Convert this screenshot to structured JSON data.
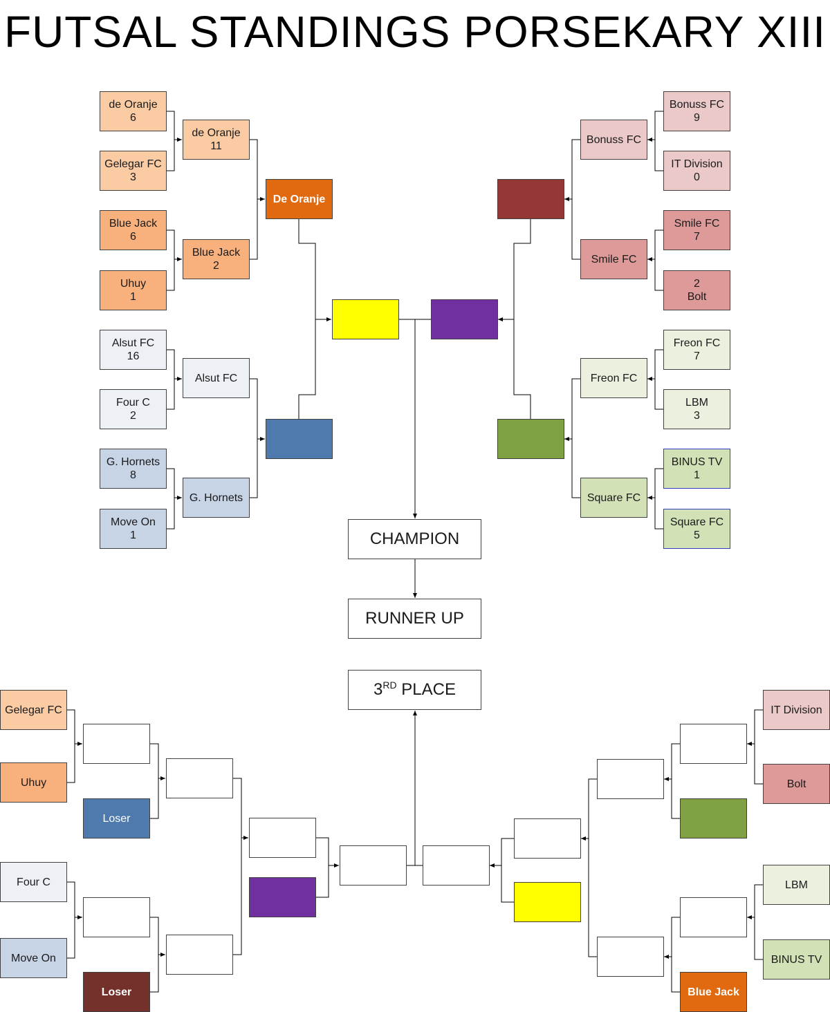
{
  "title": "FUTSAL STANDINGS PORSEKARY XIII",
  "colors": {
    "orange_light": "#fbcba3",
    "orange_mid": "#f8b17d",
    "orange_dark": "#e1690f",
    "steel_light": "#edf1f6",
    "steel_mid": "#c7d4e6",
    "steel_dark": "#4e7aae",
    "rose_light": "#ebc9c9",
    "rose_mid": "#dd9a98",
    "maroon": "#953735",
    "maroon_dark": "#74302b",
    "sage_light": "#ebf0df",
    "sage_mid": "#d3e1b7",
    "olive": "#80a143",
    "yellow": "#ffff00",
    "purple": "#7030a0"
  },
  "main": {
    "left": {
      "round1": [
        {
          "name": "de Oranje",
          "score": "6"
        },
        {
          "name": "Gelegar FC",
          "score": "3"
        },
        {
          "name": "Blue Jack",
          "score": "6"
        },
        {
          "name": "Uhuy",
          "score": "1"
        },
        {
          "name": "Alsut FC",
          "score": "16"
        },
        {
          "name": "Four C",
          "score": "2"
        },
        {
          "name": "G. Hornets",
          "score": "8"
        },
        {
          "name": "Move On",
          "score": "1"
        }
      ],
      "round2": [
        {
          "name": "de Oranje",
          "score": "11"
        },
        {
          "name": "Blue Jack",
          "score": "2"
        },
        {
          "name": "Alsut FC",
          "score": ""
        },
        {
          "name": "G. Hornets",
          "score": ""
        }
      ],
      "semis": [
        {
          "name": "De Oranje"
        },
        {
          "name": ""
        }
      ],
      "final": {
        "name": ""
      }
    },
    "right": {
      "round1": [
        {
          "name": "Bonuss FC",
          "score": "9"
        },
        {
          "name": "IT Division",
          "score": "0"
        },
        {
          "name": "Smile FC",
          "score": "7"
        },
        {
          "name": "2",
          "score": "Bolt"
        },
        {
          "name": "Freon FC",
          "score": "7"
        },
        {
          "name": "LBM",
          "score": "3"
        },
        {
          "name": "BINUS TV",
          "score": "1"
        },
        {
          "name": "Square FC",
          "score": "5"
        }
      ],
      "round2": [
        {
          "name": "Bonuss FC"
        },
        {
          "name": "Smile FC"
        },
        {
          "name": "Freon FC"
        },
        {
          "name": "Square FC"
        }
      ],
      "semis": [
        {
          "name": ""
        },
        {
          "name": ""
        }
      ],
      "final": {
        "name": ""
      }
    },
    "champion_label": "CHAMPION",
    "runner_up_label": "RUNNER UP",
    "third_place": {
      "main": "3",
      "sup": "RD",
      "rest": " PLACE"
    }
  },
  "losers": {
    "left": {
      "entries": [
        "Gelegar FC",
        "Uhuy",
        "Loser",
        "Four C",
        "Move On",
        "Loser"
      ]
    },
    "right": {
      "entries": [
        "IT Division",
        "Bolt",
        "",
        "LBM",
        "BINUS TV",
        "Blue Jack"
      ]
    }
  }
}
